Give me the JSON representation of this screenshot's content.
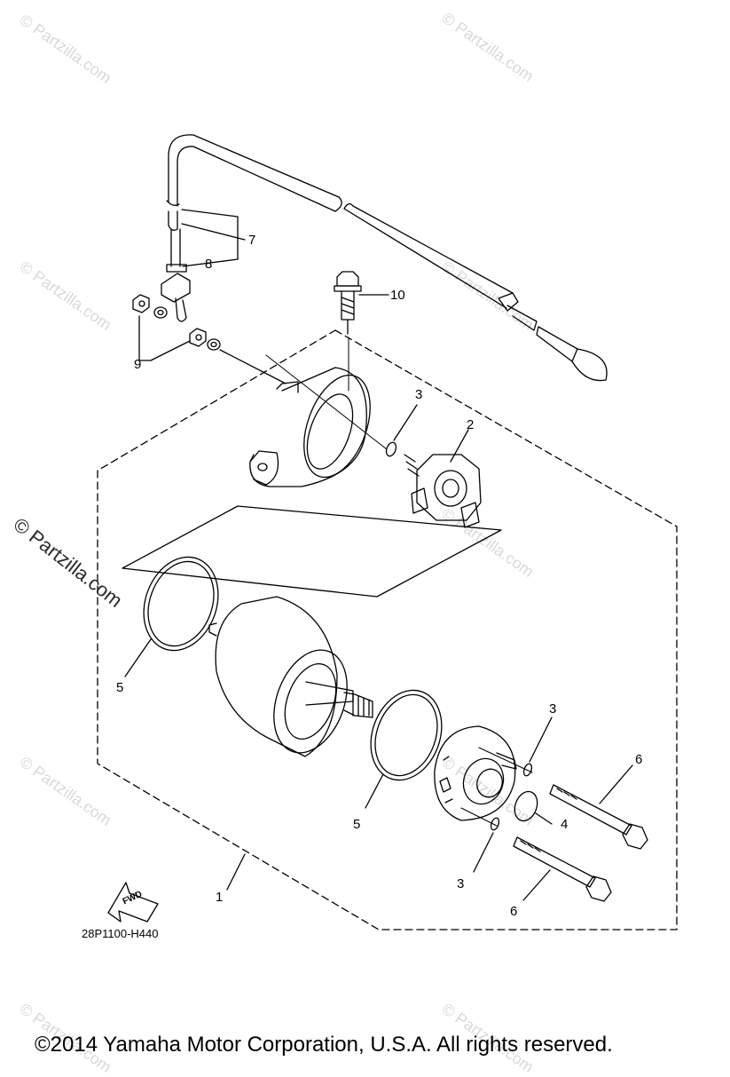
{
  "watermarks": {
    "text": "© Partzilla.com",
    "prominent_text": "© Partzilla.com"
  },
  "callouts": {
    "c1": "1",
    "c2": "2",
    "c3a": "3",
    "c3b": "3",
    "c3c": "3",
    "c4": "4",
    "c5a": "5",
    "c5b": "5",
    "c6a": "6",
    "c6b": "6",
    "c7": "7",
    "c8": "8",
    "c9": "9",
    "c10": "10"
  },
  "fwd_label": "FWD",
  "diagram_code": "28P1100-H440",
  "copyright": "©2014  Yamaha Motor Corporation, U.S.A. All rights reserved."
}
